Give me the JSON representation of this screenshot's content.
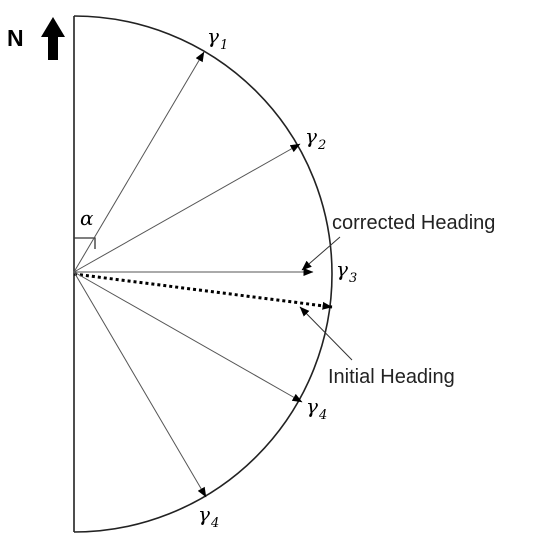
{
  "north": {
    "label": "N",
    "icon": "up-arrow-icon"
  },
  "angle": {
    "symbol": "α"
  },
  "rays": [
    {
      "symbol": "γ",
      "subscript": "1"
    },
    {
      "symbol": "γ",
      "subscript": "2"
    },
    {
      "symbol": "γ",
      "subscript": "3"
    },
    {
      "symbol": "γ",
      "subscript": "4"
    },
    {
      "symbol": "γ",
      "subscript": "4"
    }
  ],
  "annotations": {
    "corrected": "corrected Heading",
    "initial": "Initial Heading"
  },
  "colors": {
    "ink": "#222222",
    "ray": "#555555"
  }
}
